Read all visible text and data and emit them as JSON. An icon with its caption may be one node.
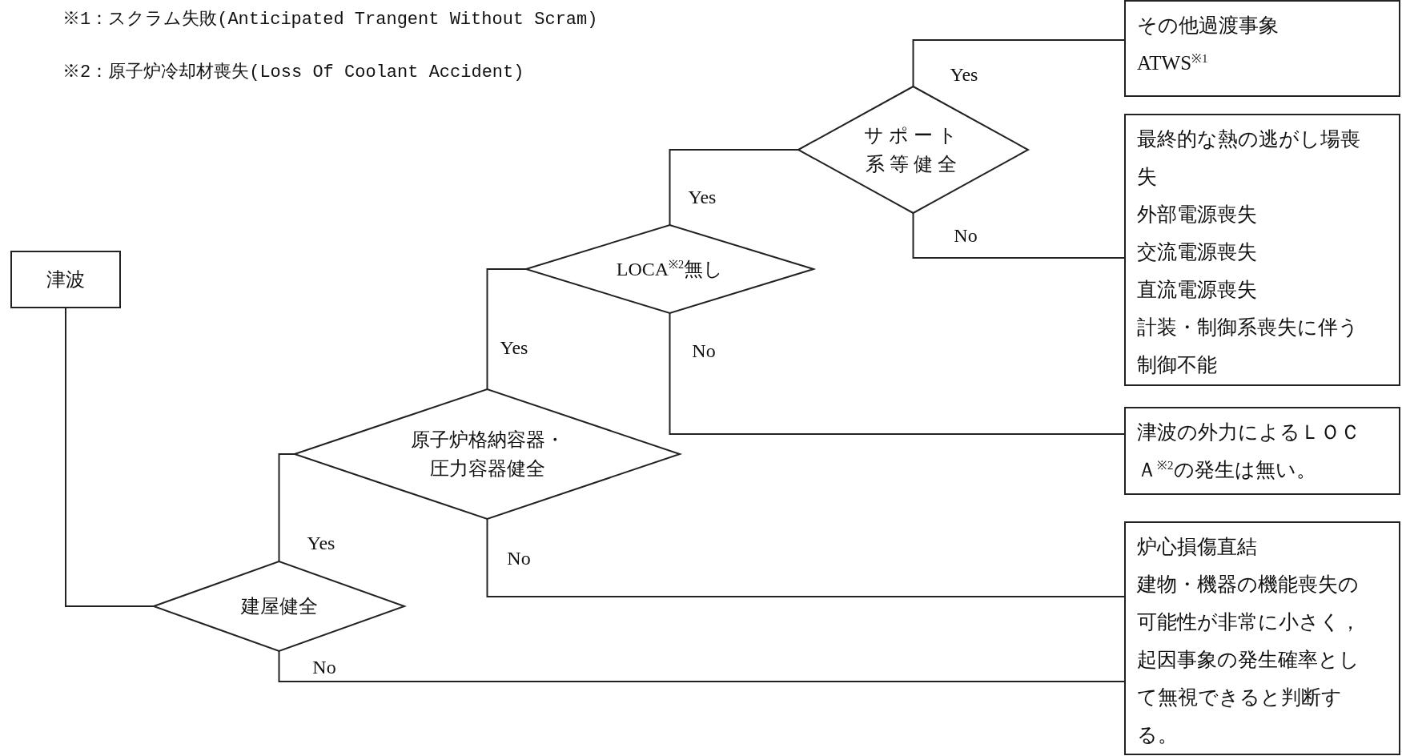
{
  "diagram": {
    "nodes": [
      {
        "text": [
          "津波"
        ]
      },
      {
        "text": [
          "建屋健全"
        ]
      },
      {
        "text": [
          "原子炉格納容器・圧力容器健全"
        ]
      },
      {
        "text": [
          "LOCA$^{※2}$無し"
        ]
      },
      {
        "text": [
          "サポート系等健全"
        ]
      },
      {
        "text": [
          "その他過渡事象",
          "ATWS$^{※1}$"
        ]
      },
      {
        "text": [
          "最終的な熱の逃がし場喪失",
          "外部電源喪失",
          "交流電源喪失",
          "直流電源喪失",
          "計装・制御系喪失に伴う制御不能"
        ]
      },
      {
        "text": [
          "津波の外力によるＬＯＣＡ$^{※2}$の発生は無い。"
        ]
      },
      {
        "text": [
          "炉心損傷直結",
          "建物・機器の機能喪失の可能性が非常に小さく，起因事象の発生確率として無視できると判断する。"
        ]
      }
    ],
    "edges": [
      {
        "from": 0,
        "to": 1,
        "arrow": "none"
      },
      {
        "from": 1,
        "to": 2,
        "arrow": "none",
        "label": "Yes"
      },
      {
        "from": 1,
        "to": 8,
        "arrow": "none",
        "label": "No"
      },
      {
        "from": 2,
        "to": 3,
        "arrow": "none",
        "label": "Yes"
      },
      {
        "from": 2,
        "to": 8,
        "arrow": "none",
        "label": "No"
      },
      {
        "from": 3,
        "to": 4,
        "arrow": "none",
        "label": "Yes"
      },
      {
        "from": 3,
        "to": 7,
        "arrow": "none",
        "label": "No"
      },
      {
        "from": 4,
        "to": 5,
        "arrow": "none",
        "label": "Yes"
      },
      {
        "from": 4,
        "to": 6,
        "arrow": "none",
        "label": "No"
      }
    ],
    "labels": [
      "※1：スクラム失敗(Anticipated Trangent Without Scram)",
      "※2：原子炉冷却材喪失(Loss Of Coolant Accident)"
    ]
  }
}
